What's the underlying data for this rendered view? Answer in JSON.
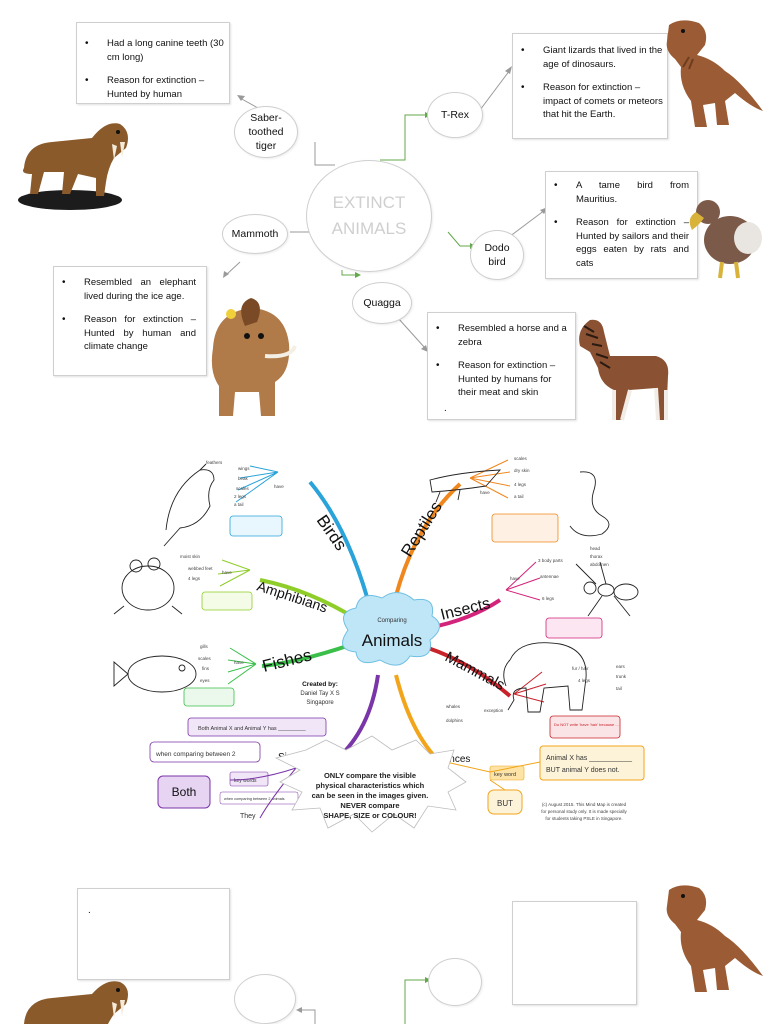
{
  "top_map": {
    "center": "EXTINCT\nANIMALS",
    "nodes": {
      "saber": "Saber-\ntoothed\ntiger",
      "trex": "T-Rex",
      "mammoth": "Mammoth",
      "dodo": "Dodo\nbird",
      "quagga": "Quagga"
    },
    "boxes": {
      "saber": [
        "Had a long canine teeth (30 cm long)",
        "Reason for extinction – Hunted by human"
      ],
      "trex": [
        "Giant lizards that lived in the age of dinosaurs.",
        "Reason for extinction – impact of comets or meteors that hit the Earth."
      ],
      "dodo": [
        "A tame bird from Mauritius.",
        "Reason for extinction – Hunted by sailors and their eggs eaten by rats and cats"
      ],
      "mammoth": [
        "Resembled an elephant lived during the ice age.",
        "Reason for extinction – Hunted by human and climate change"
      ],
      "quagga": [
        "Resembled a horse and a zebra",
        "Reason for extinction – Hunted by humans for their meat and skin"
      ]
    },
    "dot": "."
  },
  "mind_map": {
    "center_small": "Comparing",
    "center_big": "Animals",
    "branches": {
      "birds": "Birds",
      "amphibians": "Amphibians",
      "fishes": "Fishes",
      "reptiles": "Reptiles",
      "insects": "Insects",
      "mammals": "Mammals",
      "similarities": "Similarities",
      "differences": "Differences"
    },
    "birds_leaves": [
      "feathers",
      "wings",
      "beak",
      "scales",
      "2 legs",
      "a tail"
    ],
    "amph_leaves": [
      "moist skin",
      "webbed feet",
      "4 legs"
    ],
    "fish_leaves": [
      "gills",
      "scales",
      "fins",
      "eyes"
    ],
    "rept_leaves": [
      "scales",
      "dry skin",
      "4 legs",
      "a tail"
    ],
    "insect_leaves": [
      "3 body parts",
      "head",
      "thorax",
      "abdomen",
      "6 legs",
      "antennae"
    ],
    "mammal_leaves": [
      "fur / hair",
      "4 legs",
      "ears",
      "trunk",
      "tail"
    ],
    "have": "have",
    "created_by": "Created by:",
    "author": "Daniel Tay X S",
    "place": "Singapore",
    "both_sentence": "Both Animal X and Animal Y has _________",
    "when_comparing": "when comparing between 2",
    "both": "Both",
    "key_words": "key words",
    "when_comparing_small": "when comparing between 2 animals",
    "they": "They",
    "animal_x_has": "Animal X has ___________",
    "but_animal": "BUT animal Y does not.",
    "key_word": "key word",
    "but": "BUT",
    "note_lines": [
      "ONLY compare the visible",
      "physical characteristics which",
      "can be seen in the images given.",
      "NEVER compare",
      "SHAPE, SIZE or COLOUR!"
    ],
    "copyright": [
      "(c) August 2015. This Mind Map is created",
      "for personal study only. It is made specially",
      "for students taking PSLE in Singapore."
    ],
    "do_not_note": "Do NOT write 'have 'hair' because ...",
    "whales": "whales",
    "dolphins": "dolphins",
    "exception": "exception"
  },
  "bottom": {
    "dot": "."
  },
  "colors": {
    "birds": "#29a3d9",
    "amphibians": "#8fce2a",
    "fishes": "#3bbf4a",
    "reptiles": "#f0871e",
    "insects": "#d4237a",
    "mammals": "#c8222a",
    "similarities": "#7a35a8",
    "differences": "#f2a51a",
    "cloud": "#bfe6f7",
    "arrow": "#63a84a"
  }
}
